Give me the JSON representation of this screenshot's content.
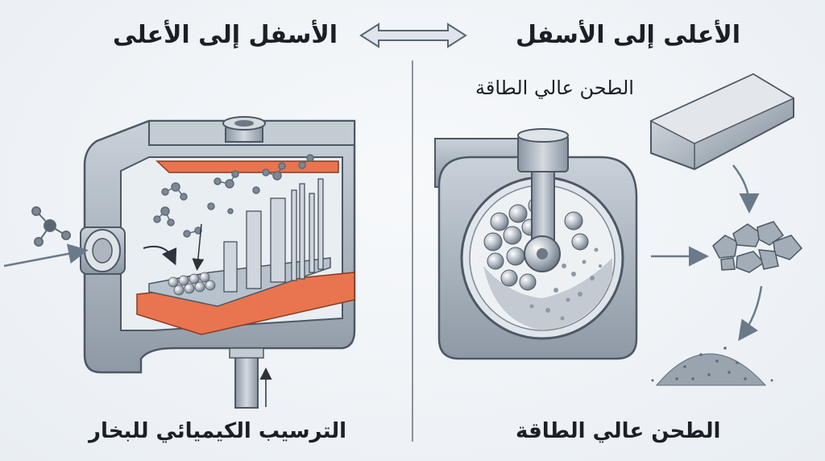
{
  "left_panel": {
    "title": "الأسفل إلى الأعلى",
    "caption": "الترسيب الكيميائي للبخار"
  },
  "right_panel": {
    "title": "الأعلى إلى الأسفل",
    "subtitle": "الطحن عالي الطاقة",
    "caption": "الطحن عالي الطاقة"
  },
  "colors": {
    "steel": "#9aa5b1",
    "steel_dark": "#5f6b78",
    "heater": "#e8754f",
    "arrow": "#6b7a89"
  }
}
